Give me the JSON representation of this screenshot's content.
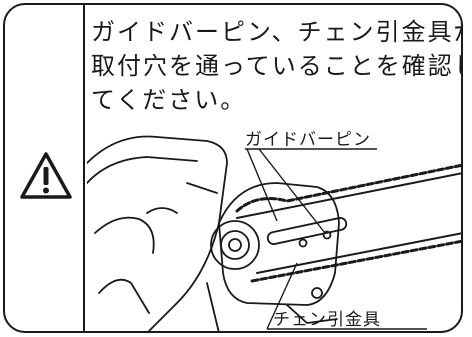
{
  "notice": {
    "lines": [
      "ガイドバーピン、チェン引金具が",
      "取付穴を通っていることを確認し",
      "てください。"
    ]
  },
  "icon": "warning-triangle-icon",
  "callouts": {
    "guide_bar_pin": "ガイドバーピン",
    "chain_tensioner": "チェン引金具"
  }
}
